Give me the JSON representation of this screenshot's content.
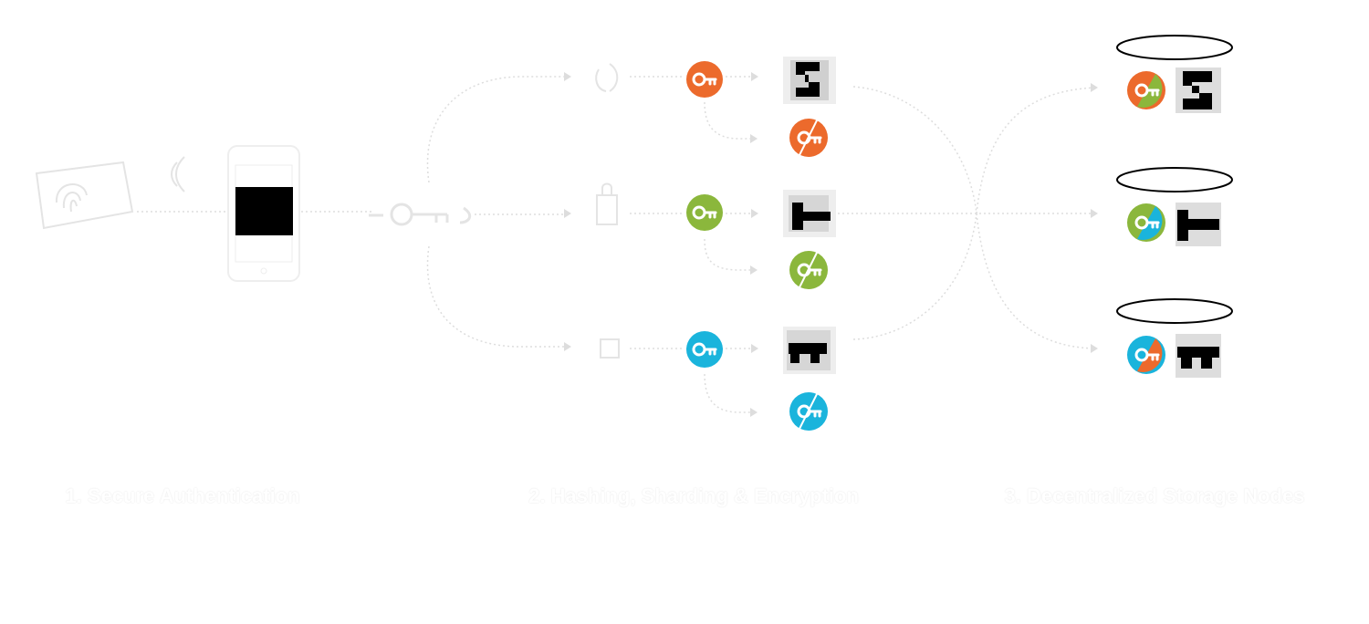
{
  "steps": [
    {
      "label": "1. Secure Authentication"
    },
    {
      "label": "2. Hashing, Sharding & Encryption"
    },
    {
      "label": "3. Decentralized Storage Nodes"
    }
  ],
  "colors": {
    "orange": "#ec6a2c",
    "green": "#8bb73c",
    "blue": "#1ab4dc",
    "connector": "#dddddd",
    "black": "#000000",
    "key_glyph": "#ffffff"
  },
  "shards": [
    {
      "id": "shard-1",
      "color": "orange",
      "split_with": "green",
      "pattern": "hook"
    },
    {
      "id": "shard-2",
      "color": "green",
      "split_with": "blue",
      "pattern": "tee"
    },
    {
      "id": "shard-3",
      "color": "blue",
      "split_with": "orange",
      "pattern": "bridge"
    }
  ],
  "icons": {
    "fingerprint": "fingerprint-icon",
    "wireless": "wireless-signal-icon",
    "phone": "smartphone-icon",
    "key_hash": "key-hash-icon",
    "lock": "lock-icon",
    "key": "key-icon",
    "split_key": "split-key-icon",
    "database": "database-node-icon"
  }
}
